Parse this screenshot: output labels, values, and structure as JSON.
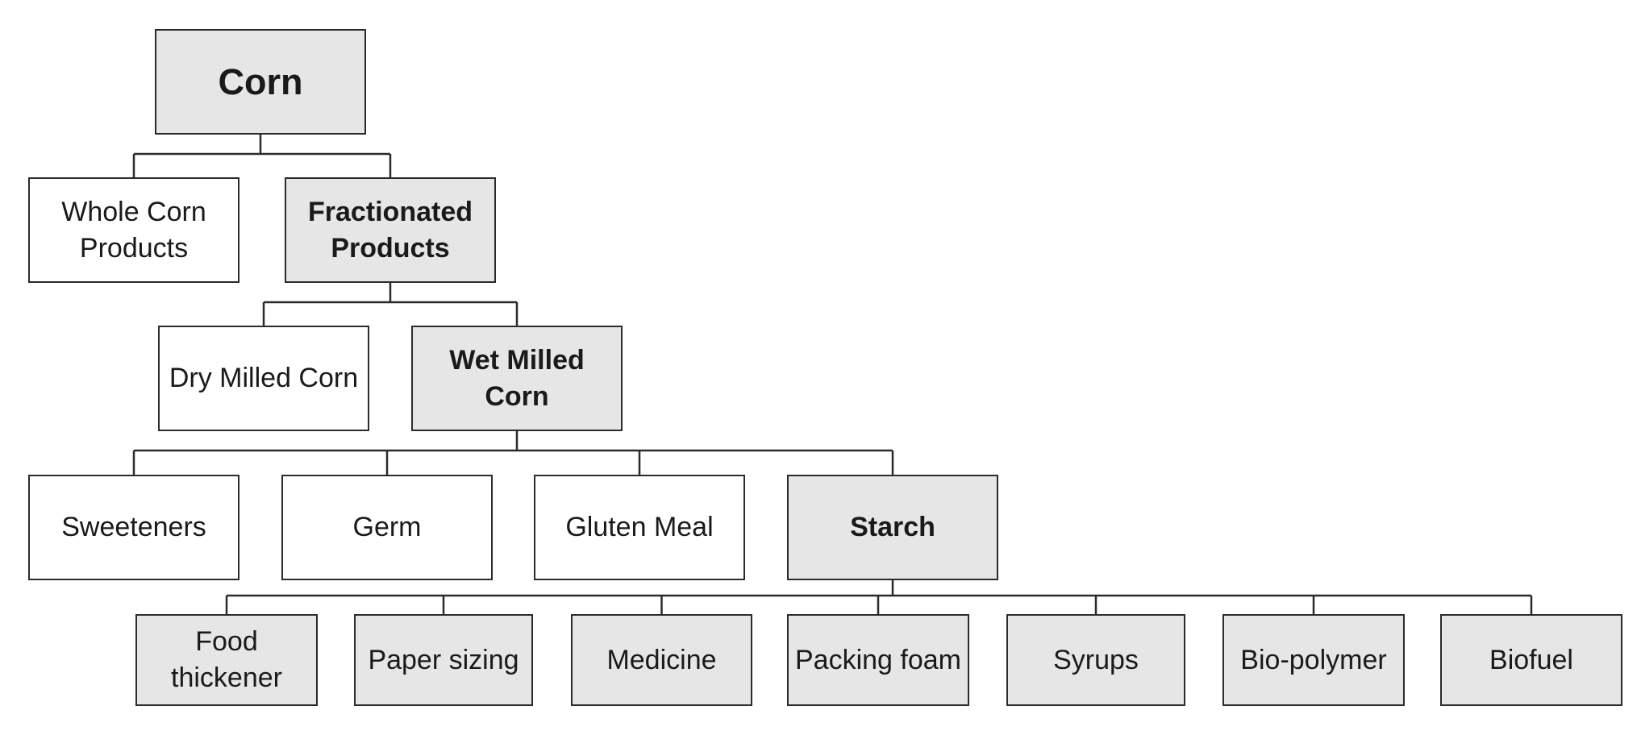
{
  "diagram": {
    "colors": {
      "line": "#2b2b2b",
      "shaded_fill": "#e6e6e6",
      "plain_fill": "#ffffff",
      "text": "#1a1a1a"
    },
    "nodes": {
      "corn": {
        "label": "Corn",
        "shaded": true,
        "bold": true
      },
      "whole_corn_products": {
        "label": "Whole Corn Products",
        "shaded": false,
        "bold": false
      },
      "fractionated_products": {
        "label": "Fractionated Products",
        "shaded": true,
        "bold": true
      },
      "dry_milled_corn": {
        "label": "Dry Milled Corn",
        "shaded": false,
        "bold": false
      },
      "wet_milled_corn": {
        "label": "Wet Milled Corn",
        "shaded": true,
        "bold": true
      },
      "sweeteners": {
        "label": "Sweeteners",
        "shaded": false,
        "bold": false
      },
      "germ": {
        "label": "Germ",
        "shaded": false,
        "bold": false
      },
      "gluten_meal": {
        "label": "Gluten Meal",
        "shaded": false,
        "bold": false
      },
      "starch": {
        "label": "Starch",
        "shaded": true,
        "bold": true
      },
      "food_thickener": {
        "label": "Food thickener",
        "shaded": true,
        "bold": false
      },
      "paper_sizing": {
        "label": "Paper sizing",
        "shaded": true,
        "bold": false
      },
      "medicine": {
        "label": "Medicine",
        "shaded": true,
        "bold": false
      },
      "packing_foam": {
        "label": "Packing foam",
        "shaded": true,
        "bold": false
      },
      "syrups": {
        "label": "Syrups",
        "shaded": true,
        "bold": false
      },
      "bio_polymer": {
        "label": "Bio-polymer",
        "shaded": true,
        "bold": false
      },
      "biofuel": {
        "label": "Biofuel",
        "shaded": true,
        "bold": false
      }
    },
    "edges": [
      {
        "parent": "corn",
        "children": [
          "whole_corn_products",
          "fractionated_products"
        ]
      },
      {
        "parent": "fractionated_products",
        "children": [
          "dry_milled_corn",
          "wet_milled_corn"
        ]
      },
      {
        "parent": "wet_milled_corn",
        "children": [
          "sweeteners",
          "germ",
          "gluten_meal",
          "starch"
        ]
      },
      {
        "parent": "starch",
        "children": [
          "food_thickener",
          "paper_sizing",
          "medicine",
          "packing_foam",
          "syrups",
          "bio_polymer",
          "biofuel"
        ]
      }
    ]
  }
}
